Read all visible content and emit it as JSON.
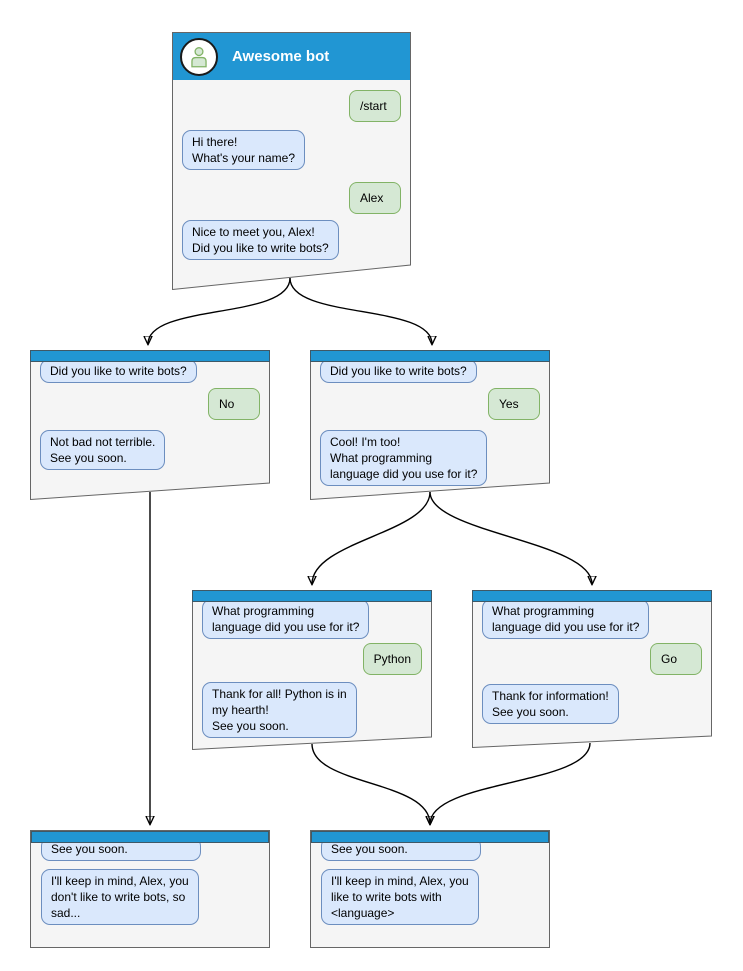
{
  "colors": {
    "header_blue": "#2196d3",
    "box_fill": "#f5f5f5",
    "box_border": "#666666",
    "bubble_bot_fill": "#dae8fc",
    "bubble_bot_border": "#6c8ebf",
    "bubble_user_fill": "#d5e8d4",
    "bubble_user_border": "#82b366",
    "connector_color": "#000000"
  },
  "boxes": {
    "main": {
      "title": "Awesome bot",
      "m1": "/start",
      "m2": "Hi there!\nWhat's your name?",
      "m3": "Alex",
      "m4": "Nice to meet you, Alex!\nDid you like to write bots?"
    },
    "branch_no": {
      "m1": "Did you like to write bots?",
      "m2": "No",
      "m3": "Not bad not terrible.\nSee you soon."
    },
    "branch_yes": {
      "m1": "Did you like to write bots?",
      "m2": "Yes",
      "m3": "Cool! I'm too!\nWhat programming\nlanguage did you use for it?"
    },
    "branch_python": {
      "m1": "What programming\nlanguage did you use for it?",
      "m2": "Python",
      "m3": "Thank for all! Python is in\nmy hearth!\nSee you soon."
    },
    "branch_go": {
      "m1": "What programming\nlanguage did you use for it?",
      "m2": "Go",
      "m3": "Thank for information!\nSee you soon."
    },
    "end_no": {
      "m1": "See you soon.",
      "m2": "I'll keep in mind, Alex, you\ndon't like to write bots, so\nsad..."
    },
    "end_yes": {
      "m1": "See you soon.",
      "m2": "I'll keep in mind, Alex, you\nlike to write bots with\n<language>"
    }
  }
}
